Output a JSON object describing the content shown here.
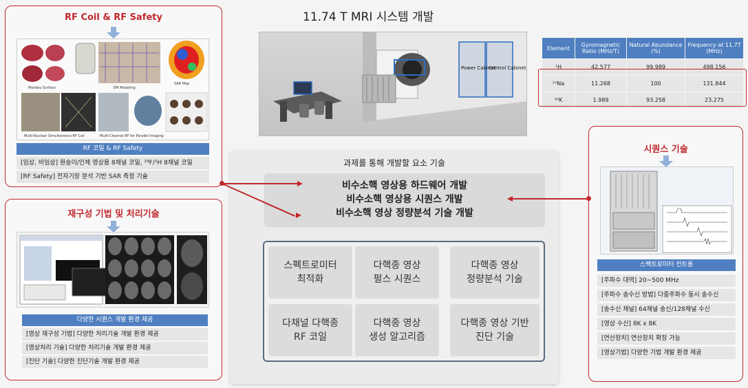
{
  "system": {
    "title": "11.74 T MRI 시스템 개발",
    "power_label": "Power Cabinet",
    "control_label": "Control Cabinet"
  },
  "table": {
    "headers": [
      "Element",
      "Gyromagnetic Ratio (MHz/T)",
      "Natural Abundance (%)",
      "Frequency at 11.7T (MHz)"
    ],
    "rows": [
      [
        "¹H",
        "42.577",
        "99.989",
        "498.156"
      ],
      [
        "²³Na",
        "11.268",
        "100",
        "131.844"
      ],
      [
        "³⁹K",
        "1.989",
        "93.258",
        "23.275"
      ]
    ]
  },
  "rf_panel": {
    "title": "RF Coil & RF Safety",
    "img_labels": [
      "Monkey Surface",
      "EM Modeling",
      "SAR Map",
      "Multi-Nuclear Simultaneous RF Coil",
      "Multi-Channel RF for Parallel Imaging"
    ],
    "caption": "RF 코일 & RF Safety",
    "items": [
      "[임상, 비임상] 원숭이/인체 영상용 8채널 코일, ¹⁹F/¹H 8채널 코일",
      "[RF Safety] 전자기장 분석 기반 SAR 측정 기술"
    ]
  },
  "recon_panel": {
    "title": "재구성 기법 및 처리기술",
    "caption": "다양한 시퀀스 개발 환경 제공",
    "items": [
      "[영상 재구성 기법] 다양한 처리기술 개발 환경 제공",
      "[영상처리 기술] 다양한 처리기술 개발 환경 제공",
      "[진단 기술] 다양한 진단기술 개발 환경 제공"
    ]
  },
  "seq_panel": {
    "title": "시퀀스 기술",
    "caption": "스펙트로미터 컨트롤",
    "items": [
      "[주파수 대역] 20~500 MHz",
      "[주파수 송수신 방법] 다중주파수 동시 송수신",
      "[송수신 채널] 64채널 송신/128채널 수신",
      "[영상 수신] 8K x 8K",
      "[연산장치] 연산장치 확장 가능",
      "[영상기법] 다양한 기법 개발 환경 제공"
    ]
  },
  "core": {
    "title": "과제를 통해 개발할 요소 기술",
    "goals": [
      "비수소핵 영상용 하드웨어 개발",
      "비수소핵 영상용 시퀀스 개발",
      "비수소핵 영상 정량분석 기술 개발"
    ],
    "techs": [
      "스펙트로미터\n최적화",
      "다핵종 영상\n펄스 시퀀스",
      "다핵종 영상\n정량분석 기술",
      "다채널 다핵종\nRF 코일",
      "다핵종 영상\n생성 알고리즘",
      "다핵종 영상 기반\n진단 기술"
    ]
  }
}
